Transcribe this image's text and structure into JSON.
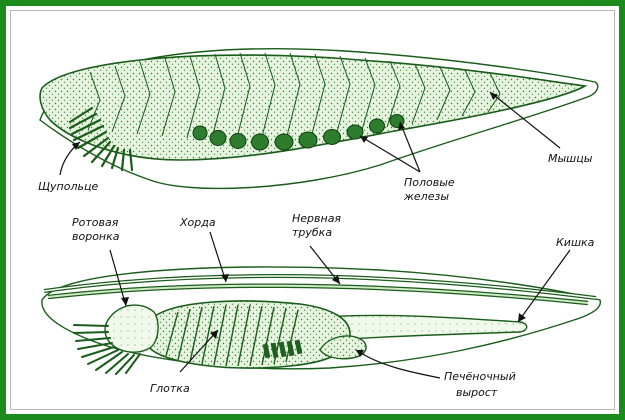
{
  "colors": {
    "frame": "#1d8a1d",
    "body_fill": "#e6f3df",
    "ink": "#1a5c1a",
    "stipple": "#2f7f2f"
  },
  "labels": {
    "tentacles": "Щупольце",
    "gonads_line1": "Половые",
    "gonads_line2": "железы",
    "muscles": "Мышцы",
    "oral_funnel_line1": "Ротовая",
    "oral_funnel_line2": "воронка",
    "notochord": "Хорда",
    "neural_tube_line1": "Нервная",
    "neural_tube_line2": "трубка",
    "intestine": "Кишка",
    "pharynx": "Глотка",
    "liver_outgrowth_line1": "Печёночный",
    "liver_outgrowth_line2": "вырост"
  }
}
